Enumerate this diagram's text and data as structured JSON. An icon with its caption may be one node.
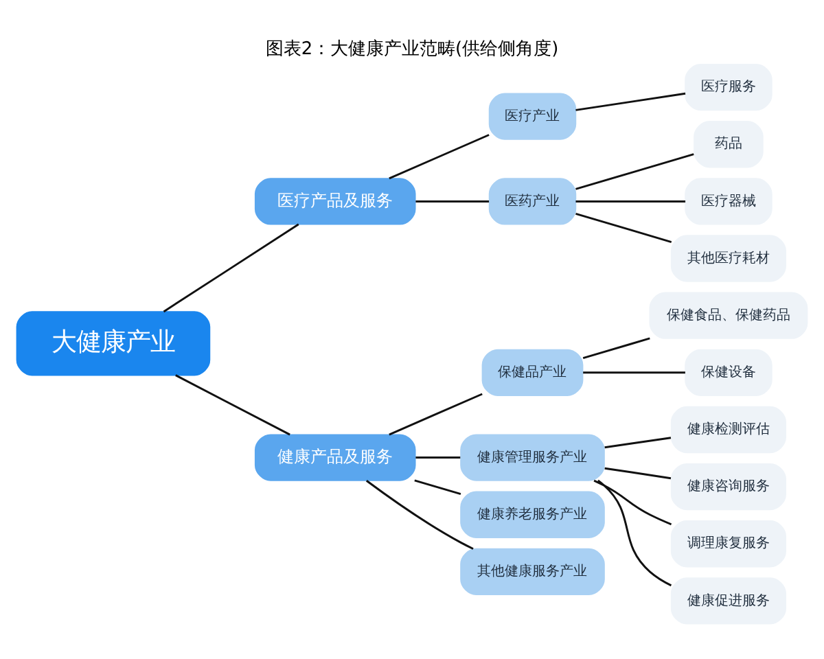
{
  "diagram": {
    "title": "图表2：大健康产业范畴(供给侧角度)",
    "nodes": [
      {
        "text": [
          "大健康产业"
        ]
      },
      {
        "text": [
          "医疗产品及服务"
        ]
      },
      {
        "text": [
          "医疗产业"
        ]
      },
      {
        "text": [
          "医疗服务"
        ]
      },
      {
        "text": [
          "医药产业"
        ]
      },
      {
        "text": [
          "药品"
        ]
      },
      {
        "text": [
          "医疗器械"
        ]
      },
      {
        "text": [
          "其他医疗耗材"
        ]
      },
      {
        "text": [
          "健康产品及服务"
        ]
      },
      {
        "text": [
          "保健品产业"
        ]
      },
      {
        "text": [
          "保健食品、保健药品"
        ]
      },
      {
        "text": [
          "保健设备"
        ]
      },
      {
        "text": [
          "健康管理服务产业"
        ]
      },
      {
        "text": [
          "健康检测评估"
        ]
      },
      {
        "text": [
          "健康咨询服务"
        ]
      },
      {
        "text": [
          "调理康复服务"
        ]
      },
      {
        "text": [
          "健康促进服务"
        ]
      },
      {
        "text": [
          "健康养老服务产业"
        ]
      },
      {
        "text": [
          "其他健康服务产业"
        ]
      }
    ],
    "edges": [
      {
        "from": 0,
        "to": 1,
        "arrow": "none"
      },
      {
        "from": 1,
        "to": 2,
        "arrow": "none"
      },
      {
        "from": 2,
        "to": 3,
        "arrow": "none"
      },
      {
        "from": 1,
        "to": 4,
        "arrow": "none"
      },
      {
        "from": 4,
        "to": 5,
        "arrow": "none"
      },
      {
        "from": 4,
        "to": 6,
        "arrow": "none"
      },
      {
        "from": 4,
        "to": 7,
        "arrow": "none"
      },
      {
        "from": 0,
        "to": 8,
        "arrow": "none"
      },
      {
        "from": 8,
        "to": 9,
        "arrow": "none"
      },
      {
        "from": 9,
        "to": 10,
        "arrow": "none"
      },
      {
        "from": 9,
        "to": 11,
        "arrow": "none"
      },
      {
        "from": 8,
        "to": 12,
        "arrow": "none"
      },
      {
        "from": 12,
        "to": 13,
        "arrow": "none"
      },
      {
        "from": 12,
        "to": 14,
        "arrow": "none"
      },
      {
        "from": 12,
        "to": 15,
        "arrow": "none"
      },
      {
        "from": 12,
        "to": 16,
        "arrow": "none"
      },
      {
        "from": 8,
        "to": 17,
        "arrow": "none"
      },
      {
        "from": 8,
        "to": 18,
        "arrow": "none"
      }
    ]
  }
}
